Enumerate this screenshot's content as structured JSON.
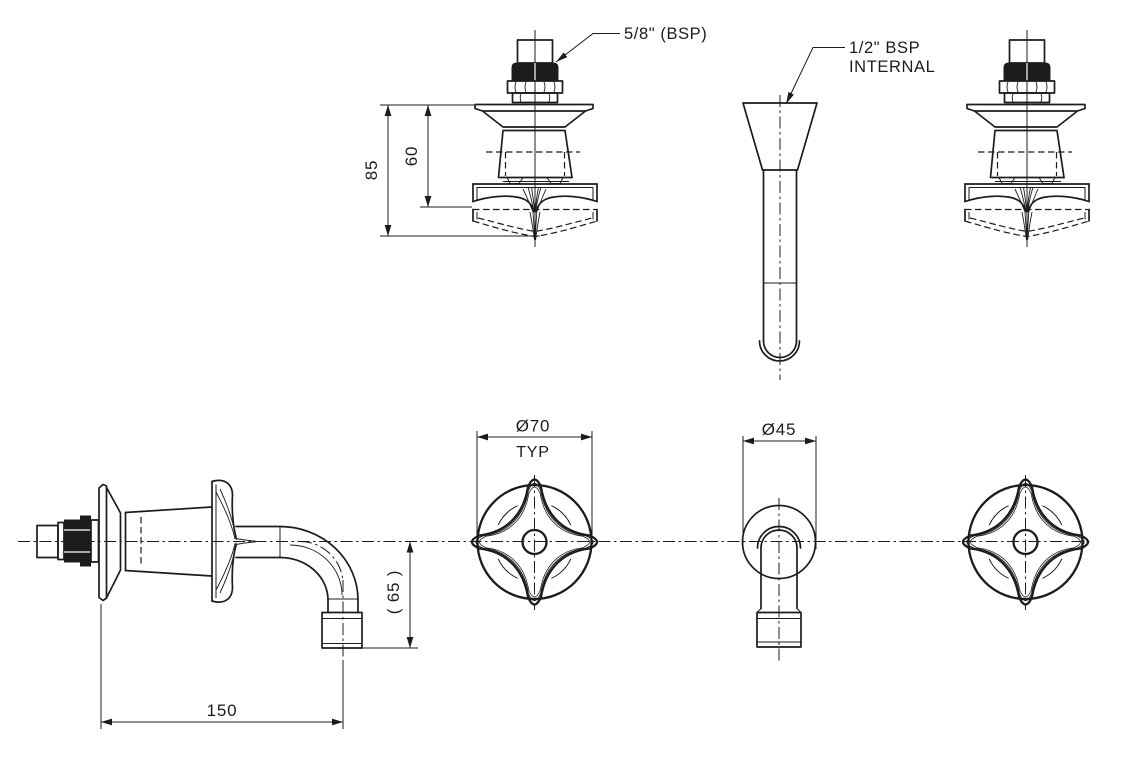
{
  "sheet": {
    "background": "#ffffff",
    "line_color": "#1c1c1c"
  },
  "labels": {
    "callout_spindle_thread": "5/8\" (BSP)",
    "callout_spout_thread_line1": "1/2\" BSP",
    "callout_spout_thread_line2": "INTERNAL",
    "dim_overall_height": "85",
    "dim_height_to_handle": "60",
    "dim_spout_reach": "150",
    "dim_spout_drop": "( 65 )",
    "dim_handle_diameter": "Ø70",
    "dim_handle_diameter_note": "TYP",
    "dim_spout_flange_diameter": "Ø45"
  }
}
